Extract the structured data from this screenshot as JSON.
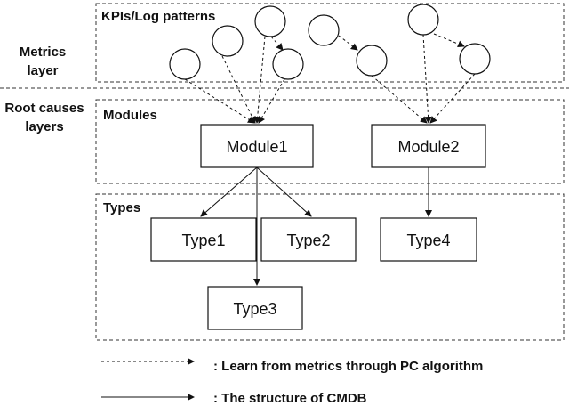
{
  "layers": {
    "metrics_label": [
      "Metrics",
      "layer"
    ],
    "root_label": [
      "Root causes",
      "layers"
    ]
  },
  "boxes": {
    "kpis_title": "KPIs/Log patterns",
    "modules_title": "Modules",
    "types_title": "Types"
  },
  "nodes": {
    "module1": "Module1",
    "module2": "Module2",
    "type1": "Type1",
    "type2": "Type2",
    "type3": "Type3",
    "type4": "Type4"
  },
  "legend": {
    "dashed": ": Learn from metrics through PC algorithm",
    "solid": ": The structure of CMDB"
  }
}
